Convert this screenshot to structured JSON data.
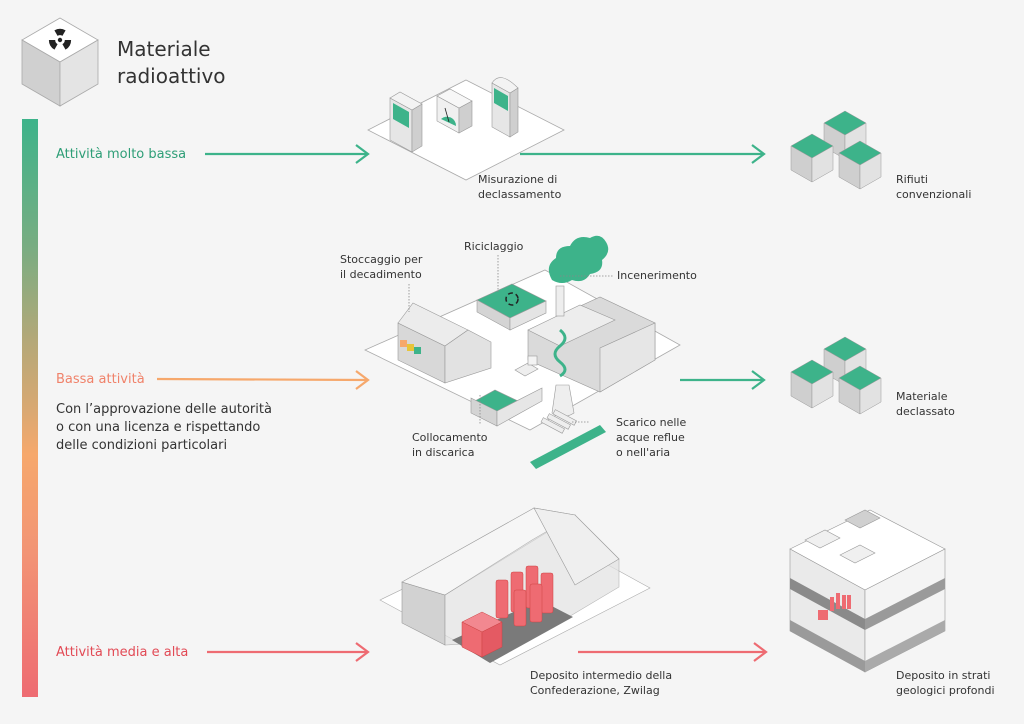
{
  "title": {
    "line1": "Materiale",
    "line2": "radioattivo",
    "icon": "radioactive-cube-icon"
  },
  "scale": {
    "gradient_colors": [
      "#3db38a",
      "#b3a878",
      "#f6a86c",
      "#ee6b72"
    ]
  },
  "levels": [
    {
      "label": "Attività molto bassa",
      "color": "#2e9e77",
      "arrow_color": "#3db38a"
    },
    {
      "label": "Bassa attività",
      "color": "#f0826a",
      "arrow_color": "#f6a86c",
      "note": [
        "Con l’approvazione delle autorità",
        "o con una licenza e rispettando",
        "delle condizioni particolari"
      ]
    },
    {
      "label": "Attività media e alta",
      "color": "#e24a55",
      "arrow_color": "#ee6b72"
    }
  ],
  "stages": {
    "measurement": {
      "line1": "Misurazione di",
      "line2": "declassamento"
    },
    "conventional_waste": {
      "line1": "Rifiuti",
      "line2": "convenzionali"
    },
    "storage_decay": {
      "line1": "Stoccaggio per",
      "line2": "il decadimento"
    },
    "recycling": {
      "label": "Riciclaggio"
    },
    "incineration": {
      "label": "Incenerimento"
    },
    "landfill": {
      "line1": "Collocamento",
      "line2": "in discarica"
    },
    "discharge": {
      "line1": "Scarico nelle",
      "line2": "acque reflue",
      "line3": "o nell'aria"
    },
    "declassified": {
      "line1": "Materiale",
      "line2": "declassato"
    },
    "interim_storage": {
      "line1": "Deposito intermedio della",
      "line2": "Confederazione, Zwilag"
    },
    "deep_repository": {
      "line1": "Deposito in strati",
      "line2": "geologici profondi"
    }
  },
  "colors": {
    "green": "#3db38a",
    "orange": "#f6a86c",
    "red": "#ee6b72",
    "grey_face": "#d6d6d6",
    "grey_dark": "#bdbdbd",
    "background": "#f5f5f5"
  }
}
